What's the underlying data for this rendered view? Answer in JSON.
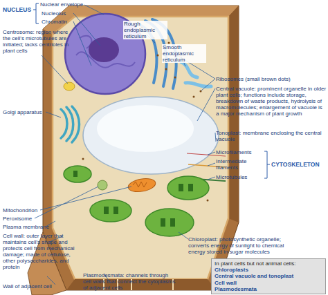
{
  "diagram": {
    "nodes": [
      {
        "text": [
          "In plant cells but not animal cells:",
          "Chloroplasts",
          "Central vacuole and tonoplast",
          "Cell wall",
          "Plasmodesmata"
        ]
      }
    ],
    "labels": [
      "NUCLEUS",
      "Nuclear envelope",
      "Nucleolus",
      "Chromatin",
      "Centrosome: region where the cell's microtubules are initiated; lacks centrioles in plant cells",
      "Rough endoplasmic reticulum",
      "Smooth endoplasmic reticulum",
      "Ribosomes (small brown dots)",
      "Central vacuole: prominent organelle in older plant cells; functions include storage, breakdown of waste products, hydrolysis of macromolecules; enlargement of vacuole is a major mechanism of plant growth",
      "Tonoplast: membrane enclosing the central vacuole",
      "Golgi apparatus",
      "Microfilaments",
      "Intermediate filaments",
      "Microtubules",
      "CYTOSKELETON",
      "Mitochondrion",
      "Peroxisome",
      "Plasma membrane",
      "Cell wall: outer layer that maintains cell's shape and protects cell from mechanical damage; made of cellulose, other polysaccharides, and protein",
      "Chloroplast: photosynthetic organelle; converts energy of sunlight to chemical energy stored in sugar molecules",
      "Plasmodesmata: channels through cell walls that connect the cytoplasms of adjacent cells",
      "Wall of adjacent cell"
    ]
  }
}
